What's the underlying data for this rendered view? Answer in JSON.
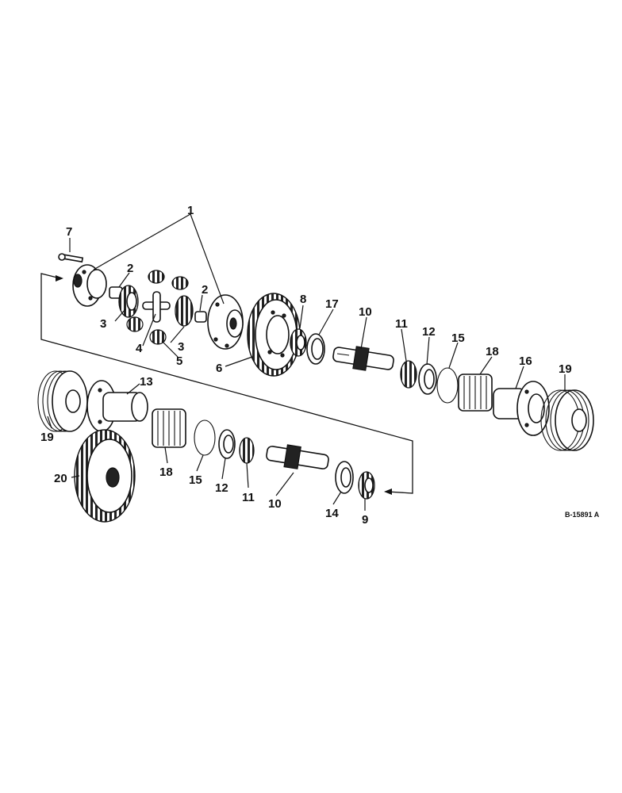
{
  "callouts": {
    "c1": "1",
    "c7": "7",
    "c2a": "2",
    "c2b": "2",
    "c3a": "3",
    "c3b": "3",
    "c4": "4",
    "c5": "5",
    "c6": "6",
    "c8": "8",
    "c17": "17",
    "c10a": "10",
    "c11a": "11",
    "c12a": "12",
    "c15a": "15",
    "c18a": "18",
    "c16": "16",
    "c19a": "19",
    "c13": "13",
    "c19b": "19",
    "c20": "20",
    "c18b": "18",
    "c15b": "15",
    "c12b": "12",
    "c11b": "11",
    "c10b": "10",
    "c14": "14",
    "c9": "9"
  },
  "drawing_ref": "B-15891 A"
}
